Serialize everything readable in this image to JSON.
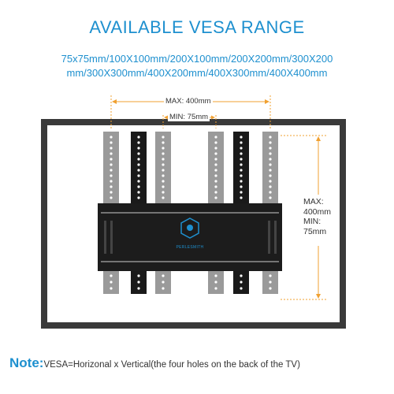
{
  "title": "AVAILABLE VESA RANGE",
  "sizes_line1": "75x75mm/100X100mm/200X100mm/200X200mm/300X200",
  "sizes_line2": "mm/300X300mm/400X200mm/400X300mm/400X400mm",
  "horizontal": {
    "max": "MAX: 400mm",
    "min": "MIN: 75mm"
  },
  "vertical": {
    "max": "MAX:",
    "max_value": "400mm",
    "min": "MIN:",
    "min_value": "75mm"
  },
  "brand": "PERLESMITH",
  "note": {
    "lead": "Note:",
    "text": "VESA=Horizonal x Vertical(the four holes on the back of the TV)"
  },
  "colors": {
    "accent": "#1e90cf",
    "dimension": "#f0a030",
    "frame": "#3a3a3a",
    "arm_light": "#9a9a9a",
    "arm_dark": "#1a1a1a",
    "plate": "#1c1c1c"
  }
}
